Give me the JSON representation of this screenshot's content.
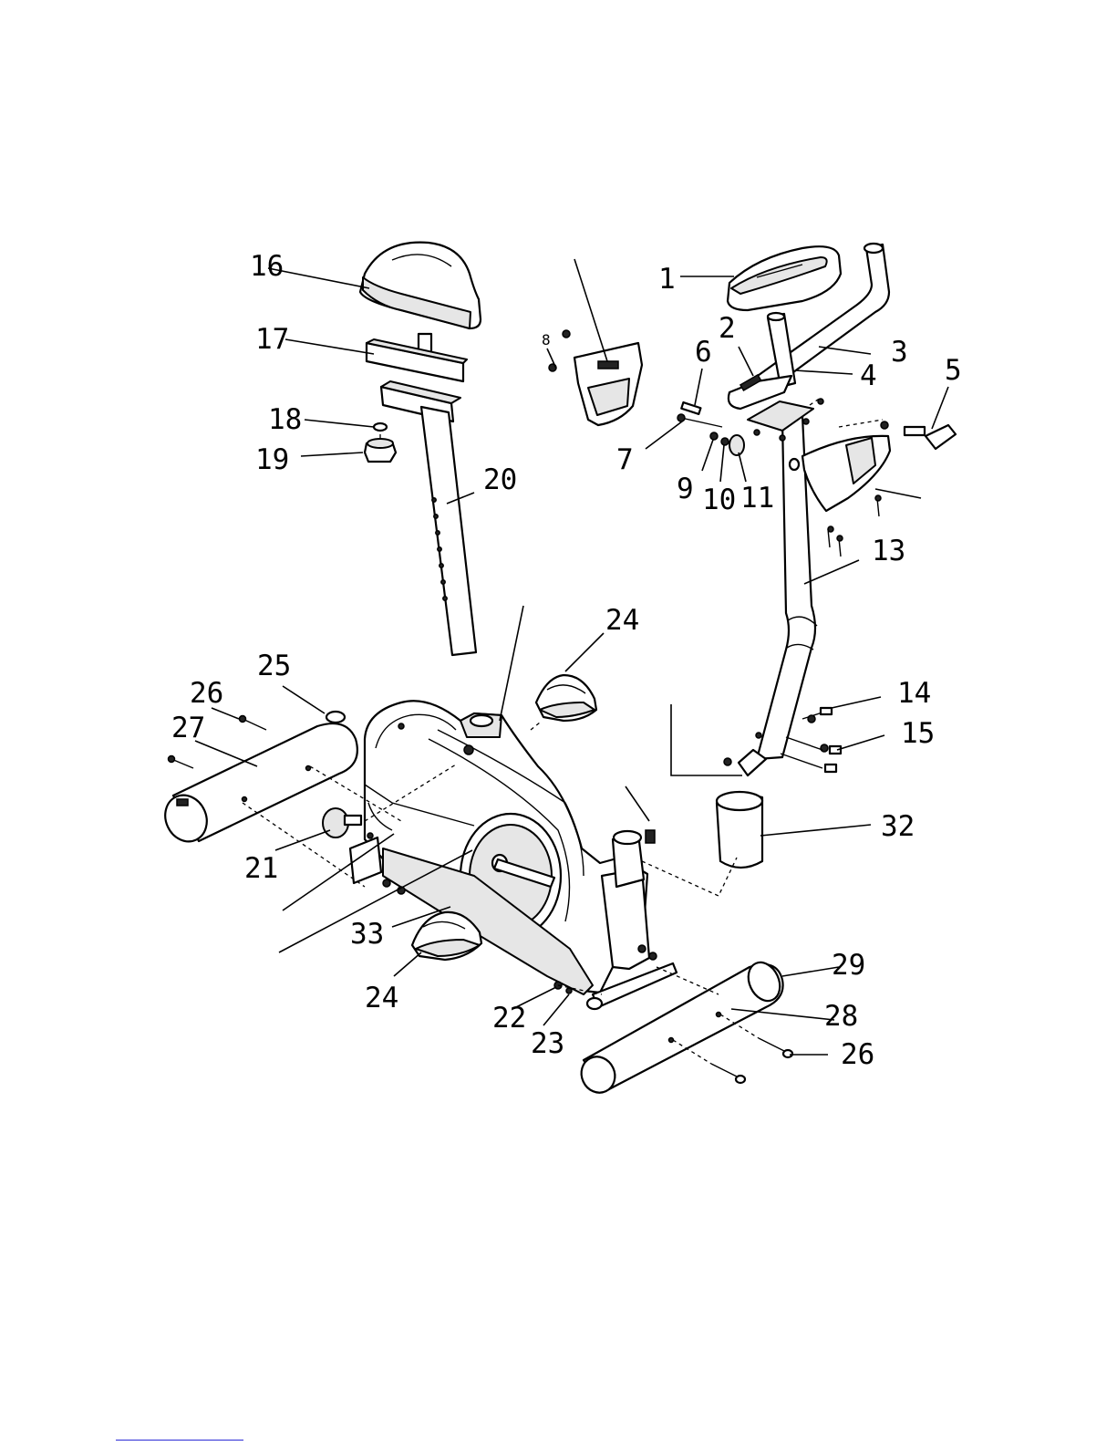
{
  "diagram": {
    "labels": [
      {
        "id": "p1",
        "text": "1"
      },
      {
        "id": "p2",
        "text": "2"
      },
      {
        "id": "p3",
        "text": "3"
      },
      {
        "id": "p4",
        "text": "4"
      },
      {
        "id": "p5",
        "text": "5"
      },
      {
        "id": "p6",
        "text": "6"
      },
      {
        "id": "p7",
        "text": "7"
      },
      {
        "id": "p8",
        "text": "8"
      },
      {
        "id": "p9",
        "text": "9"
      },
      {
        "id": "p10",
        "text": "10"
      },
      {
        "id": "p11",
        "text": "11"
      },
      {
        "id": "p13",
        "text": "13"
      },
      {
        "id": "p14",
        "text": "14"
      },
      {
        "id": "p15",
        "text": "15"
      },
      {
        "id": "p16",
        "text": "16"
      },
      {
        "id": "p17",
        "text": "17"
      },
      {
        "id": "p18",
        "text": "18"
      },
      {
        "id": "p19",
        "text": "19"
      },
      {
        "id": "p20",
        "text": "20"
      },
      {
        "id": "p21",
        "text": "21"
      },
      {
        "id": "p22",
        "text": "22"
      },
      {
        "id": "p23",
        "text": "23"
      },
      {
        "id": "p24a",
        "text": "24"
      },
      {
        "id": "p24b",
        "text": "24"
      },
      {
        "id": "p25",
        "text": "25"
      },
      {
        "id": "p26a",
        "text": "26"
      },
      {
        "id": "p26b",
        "text": "26"
      },
      {
        "id": "p27",
        "text": "27"
      },
      {
        "id": "p28",
        "text": "28"
      },
      {
        "id": "p29",
        "text": "29"
      },
      {
        "id": "p32",
        "text": "32"
      },
      {
        "id": "p33",
        "text": "33"
      }
    ]
  }
}
